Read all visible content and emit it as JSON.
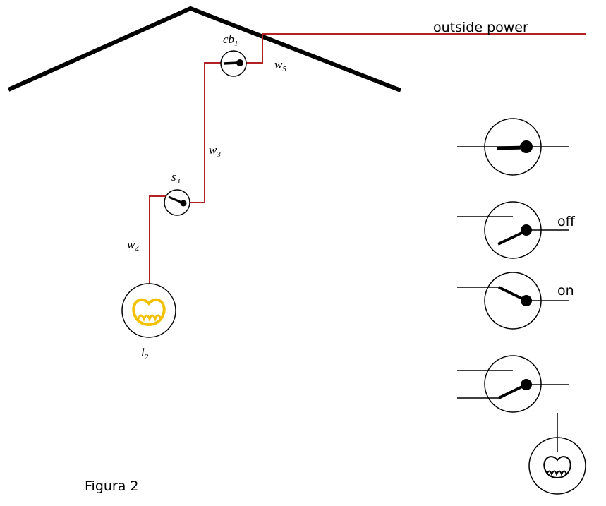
{
  "labels": {
    "outside_power": "outside power",
    "figure_caption": "Figura 2",
    "off": "off",
    "on": "on"
  },
  "components": {
    "cb1": {
      "name": "cb",
      "sub": "1"
    },
    "w5": {
      "name": "w",
      "sub": "5"
    },
    "w3": {
      "name": "w",
      "sub": "3"
    },
    "s3": {
      "name": "s",
      "sub": "3"
    },
    "w4": {
      "name": "w",
      "sub": "4"
    },
    "l2": {
      "name": "l",
      "sub": "2"
    }
  },
  "colors": {
    "wire": "#b22222",
    "roof": "#000000",
    "lamp": "#f2c200",
    "ink": "#000000"
  }
}
